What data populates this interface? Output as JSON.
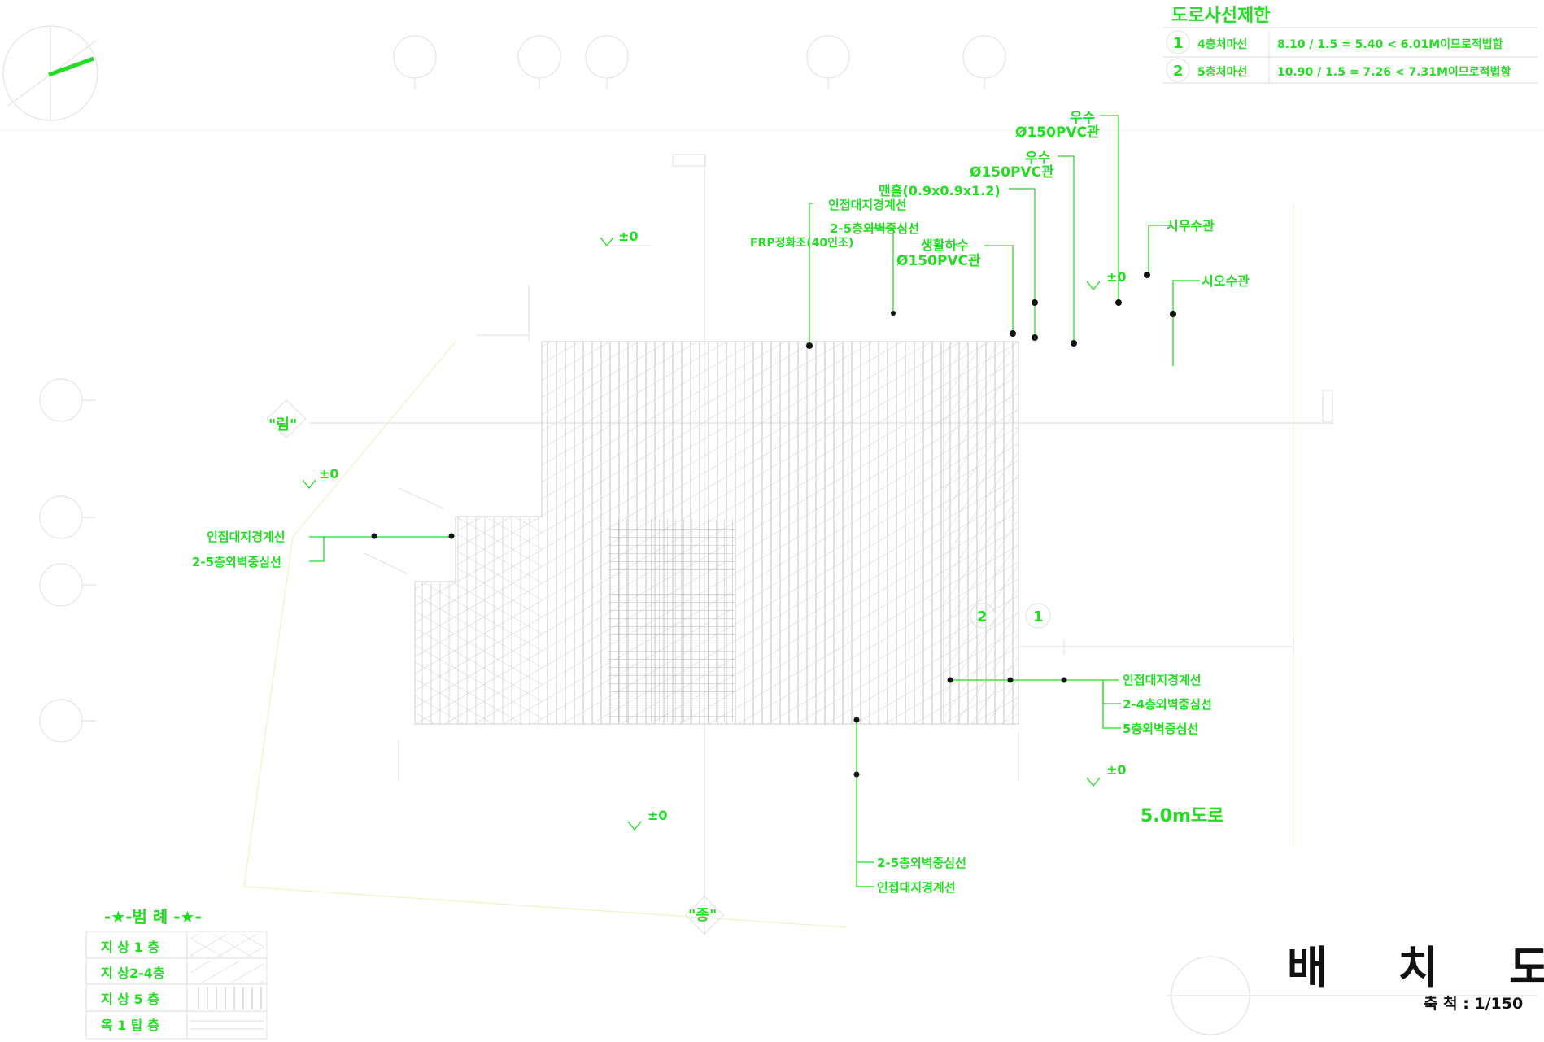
{
  "road_setback": {
    "title": "도로사선제한",
    "rows": [
      {
        "num": "1",
        "label": "4층처마선",
        "formula": "8.10 / 1.5 = 5.40 < 6.01M이므로적법함"
      },
      {
        "num": "2",
        "label": "5층처마선",
        "formula": "10.90 / 1.5 = 7.26 < 7.31M이므로적법함"
      }
    ]
  },
  "annotations": {
    "rain1": "우수",
    "rain1_pipe": "Ø150PVC관",
    "rain2": "우수",
    "rain2_pipe": "Ø150PVC관",
    "manhole": "맨홀(0.9x0.9x1.2)",
    "adjacent_top": "인접대지경계선",
    "wall_center_top": "2-5층외벽중심선",
    "frp_tank": "FRP정화조(40인조)",
    "waste": "생활하수",
    "waste_pipe": "Ø150PVC관",
    "city_rain": "시우수관",
    "city_sewer": "시오수관",
    "adjacent_left": "인접대지경계선",
    "wall_center_left": "2-5층외벽중심선",
    "adjacent_right": "인접대지경계선",
    "wall_24_right": "2-4층외벽중심선",
    "wall_5_right": "5층외벽중심선",
    "wall_center_bottom": "2-5층외벽중심선",
    "adjacent_bottom": "인접대지경계선",
    "road": "5.0m도로",
    "level": "±0",
    "north_gate": "\"림\"",
    "south_gate": "\"종\"",
    "marker1": "1",
    "marker2": "2"
  },
  "legend": {
    "title": "-★-범 례 -★-",
    "items": [
      "지 상 1 층",
      "지 상2-4층",
      "지 상 5 층",
      "옥 1 탑 층"
    ]
  },
  "title_block": {
    "title": "배 치 도",
    "scale": "축 척 : 1/150"
  },
  "colors": {
    "accent": "#22dd22",
    "line": "#e4e4e4",
    "background": "#ffffff"
  }
}
